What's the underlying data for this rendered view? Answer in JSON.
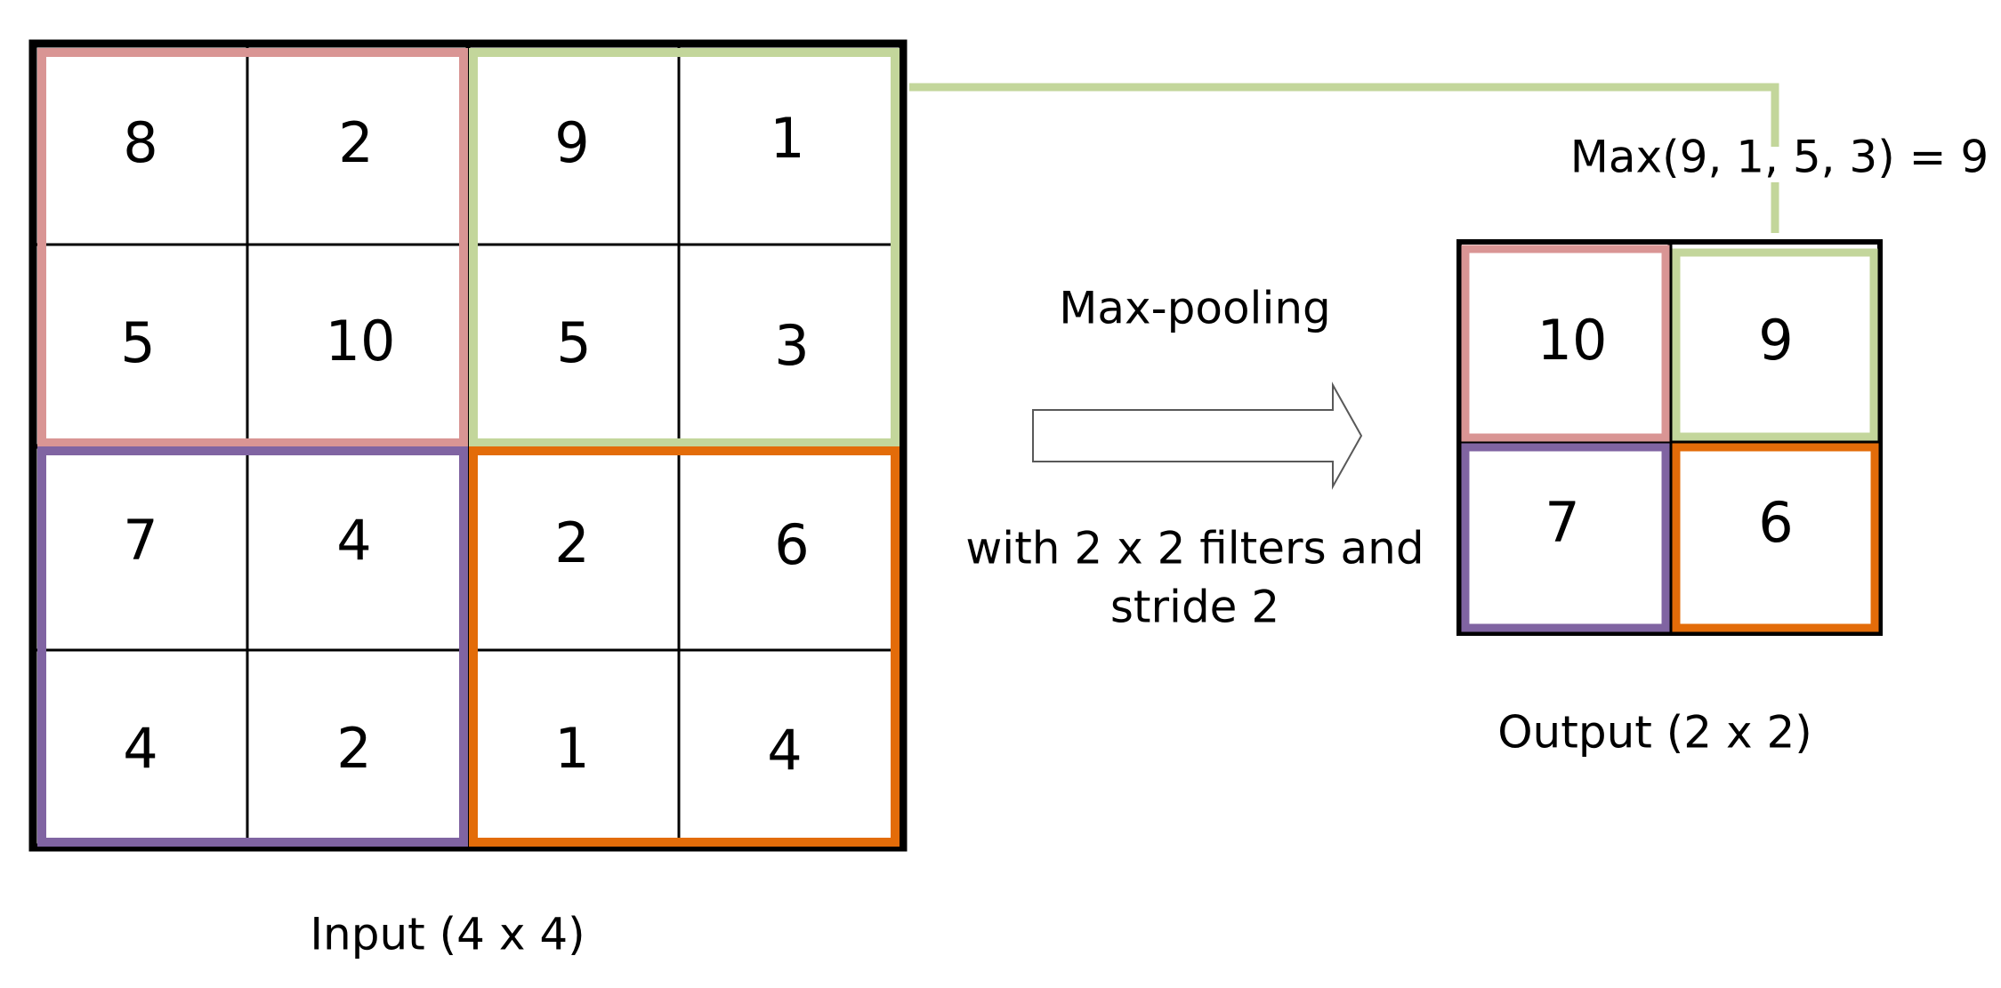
{
  "input": {
    "caption": "Input (4 x 4)",
    "grid": [
      [
        "8",
        "2",
        "9",
        "1"
      ],
      [
        "5",
        "10",
        "5",
        "3"
      ],
      [
        "7",
        "4",
        "2",
        "6"
      ],
      [
        "4",
        "2",
        "1",
        "4"
      ]
    ]
  },
  "operation": {
    "title": "Max-pooling",
    "detail_line1": "with 2 x 2 filters and",
    "detail_line2": "stride 2"
  },
  "output": {
    "caption": "Output (2 x 2)",
    "grid": [
      [
        "10",
        "9"
      ],
      [
        "7",
        "6"
      ]
    ]
  },
  "annotation": {
    "text": "Max(9, 1, 5, 3) = 9"
  },
  "colors": {
    "top_left": "#d99594",
    "top_right": "#c3d69b",
    "bottom_left": "#8064a2",
    "bottom_right": "#e36c09",
    "grid_line": "#000000",
    "arrow_stroke": "#595959",
    "connector": "#c3d69b"
  }
}
